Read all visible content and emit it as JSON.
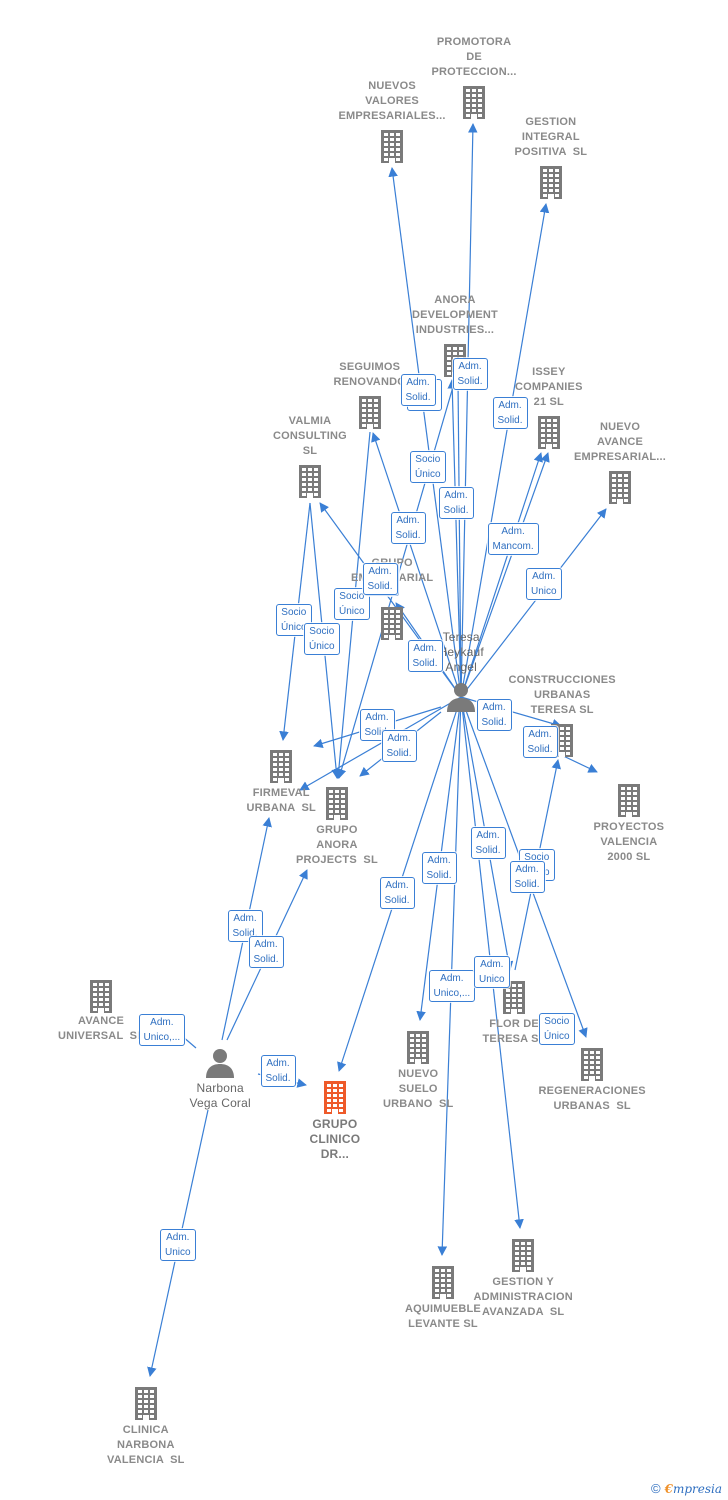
{
  "colors": {
    "edge": "#3a7fd5",
    "company": "#7a7a7a",
    "focus": "#ee5a2a",
    "person": "#7a7a7a"
  },
  "nodes": [
    {
      "id": "promotora",
      "type": "company",
      "label": "PROMOTORA\nDE\nPROTECCION..."
    },
    {
      "id": "nuevos_valores",
      "type": "company",
      "label": "NUEVOS\nVALORES\nEMPRESARIALES..."
    },
    {
      "id": "gestion_integral",
      "type": "company",
      "label": "GESTION\nINTEGRAL\nPOSITIVA  SL"
    },
    {
      "id": "anora_dev",
      "type": "company",
      "label": "ANORA\nDEVELOPMENT\nINDUSTRIES..."
    },
    {
      "id": "seguimos",
      "type": "company",
      "label": "SEGUIMOS\nRENOVANDO"
    },
    {
      "id": "issey",
      "type": "company",
      "label": "ISSEY\nCOMPANIES\n21 SL"
    },
    {
      "id": "valmia",
      "type": "company",
      "label": "VALMIA\nCONSULTING\nSL"
    },
    {
      "id": "nuevo_avance",
      "type": "company",
      "label": "NUEVO\nAVANCE\nEMPRESARIAL..."
    },
    {
      "id": "grupo_empresarial",
      "type": "company",
      "label": "GRUPO\nEMPRESARIAL\nSL"
    },
    {
      "id": "teresa",
      "type": "person",
      "label": "Teresa\nHeykauf\nAngel"
    },
    {
      "id": "construcciones",
      "type": "company",
      "label": "CONSTRUCCIONES\nURBANAS\nTERESA SL"
    },
    {
      "id": "firmeval",
      "type": "company",
      "label": "FIRMEVAL\nURBANA  SL"
    },
    {
      "id": "grupo_anora",
      "type": "company",
      "label": "GRUPO\nANORA\nPROJECTS  SL"
    },
    {
      "id": "proyectos_valencia",
      "type": "company",
      "label": "PROYECTOS\nVALENCIA\n2000 SL"
    },
    {
      "id": "avance_universal",
      "type": "company",
      "label": "AVANCE\nUNIVERSAL  SL"
    },
    {
      "id": "narbona",
      "type": "person",
      "label": "Narbona\nVega Coral"
    },
    {
      "id": "grupo_clinico",
      "type": "focus",
      "label": "GRUPO\nCLINICO\nDR..."
    },
    {
      "id": "nuevo_suelo",
      "type": "company",
      "label": "NUEVO\nSUELO\nURBANO  SL"
    },
    {
      "id": "flor_de_teresa",
      "type": "company",
      "label": "FLOR DE\nTERESA SL"
    },
    {
      "id": "regeneraciones",
      "type": "company",
      "label": "REGENERACIONES\nURBANAS  SL"
    },
    {
      "id": "aquimueble",
      "type": "company",
      "label": "AQUIMUEBLE\nLEVANTE SL"
    },
    {
      "id": "gestion_admin",
      "type": "company",
      "label": "GESTION Y\nADMINISTRACION\nAVANZADA  SL"
    },
    {
      "id": "clinica_narbona",
      "type": "company",
      "label": "CLINICA\nNARBONA\nVALENCIA  SL"
    }
  ],
  "edges": [
    {
      "from": "teresa",
      "to": "promotora",
      "label": "Adm.\nSolid."
    },
    {
      "from": "teresa",
      "to": "nuevos_valores",
      "label": "Adm.\nSolid."
    },
    {
      "from": "teresa",
      "to": "gestion_integral",
      "label": "Adm.\nSolid."
    },
    {
      "from": "teresa",
      "to": "anora_dev",
      "label": "Socio\nÚnico"
    },
    {
      "from": "teresa",
      "to": "seguimos",
      "label": "Adm.\nSolid."
    },
    {
      "from": "teresa",
      "to": "issey",
      "label": "Adm.\nMancom."
    },
    {
      "from": "teresa",
      "to": "nuevo_avance",
      "label": "Adm.\nUnico"
    },
    {
      "from": "teresa",
      "to": "valmia",
      "label": "Adm.\nSolid."
    },
    {
      "from": "teresa",
      "to": "firmeval",
      "label": "Adm.\nSolid."
    },
    {
      "from": "teresa",
      "to": "grupo_anora",
      "label": "Adm.\nSolid."
    },
    {
      "from": "teresa",
      "to": "construcciones",
      "label": "Adm.\nSolid."
    },
    {
      "from": "teresa",
      "to": "proyectos_valencia",
      "label": "Adm.\nSolid."
    },
    {
      "from": "teresa",
      "to": "grupo_clinico",
      "label": "Adm.\nSolid."
    },
    {
      "from": "teresa",
      "to": "nuevo_suelo",
      "label": "Adm.\nSolid."
    },
    {
      "from": "teresa",
      "to": "aquimueble",
      "label": "Adm.\nUnico,..."
    },
    {
      "from": "teresa",
      "to": "flor_de_teresa",
      "label": "Adm.\nUnico"
    },
    {
      "from": "teresa",
      "to": "gestion_admin",
      "label": "Adm.\nSolid."
    },
    {
      "from": "teresa",
      "to": "regeneraciones",
      "label": "Socio\nÚnico"
    },
    {
      "from": "flor_de_teresa",
      "to": "construcciones",
      "label": "Socio\nÚnico"
    },
    {
      "from": "valmia",
      "to": "firmeval",
      "label": "Socio\nÚnico"
    },
    {
      "from": "valmia",
      "to": "grupo_anora",
      "label": "Socio\nÚnico"
    },
    {
      "from": "seguimos",
      "to": "grupo_anora",
      "label": "Socio\nÚnico"
    },
    {
      "from": "anora_dev",
      "to": "grupo_anora",
      "label": "Adm.\nSolid."
    },
    {
      "from": "teresa",
      "to": "anora_dev",
      "label": "Adm.\nSolid."
    },
    {
      "from": "teresa",
      "to": "issey",
      "label": "Adm.\nSolid."
    },
    {
      "from": "teresa",
      "to": "grupo_empresarial",
      "label": "Adm.\nSolid."
    },
    {
      "from": "teresa",
      "to": "firmeval",
      "label": "Adm.\nSolid."
    },
    {
      "from": "narbona",
      "to": "firmeval",
      "label": "Adm.\nSolid."
    },
    {
      "from": "narbona",
      "to": "grupo_anora",
      "label": "Adm.\nSolid."
    },
    {
      "from": "narbona",
      "to": "grupo_clinico",
      "label": "Adm.\nSolid."
    },
    {
      "from": "narbona",
      "to": "avance_universal",
      "label": "Adm.\nUnico,..."
    },
    {
      "from": "narbona",
      "to": "clinica_narbona",
      "label": "Adm.\nUnico"
    }
  ],
  "footer": {
    "copyright": "©",
    "brand_initial": "€",
    "brand_rest": "mpresia"
  }
}
